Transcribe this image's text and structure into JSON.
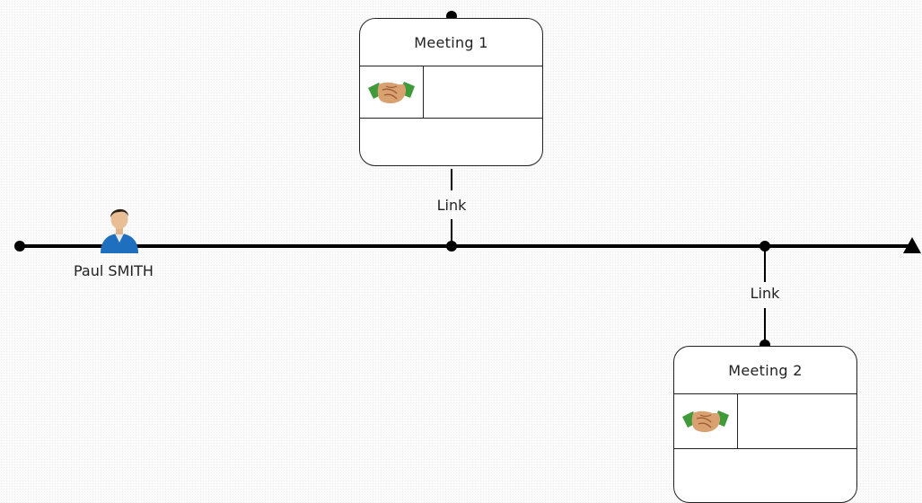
{
  "person": {
    "name": "Paul SMITH",
    "icon": "person-icon"
  },
  "meetings": [
    {
      "title": "Meeting 1",
      "icon": "handshake-icon"
    },
    {
      "title": "Meeting 2",
      "icon": "handshake-icon"
    }
  ],
  "links": [
    {
      "label": "Link"
    },
    {
      "label": "Link"
    }
  ],
  "colors": {
    "line": "#000000",
    "card_border": "#222222",
    "person_shirt": "#1f6fbf",
    "handshake_sleeve": "#3f9a3a",
    "handshake_skin": "#d9a070"
  }
}
